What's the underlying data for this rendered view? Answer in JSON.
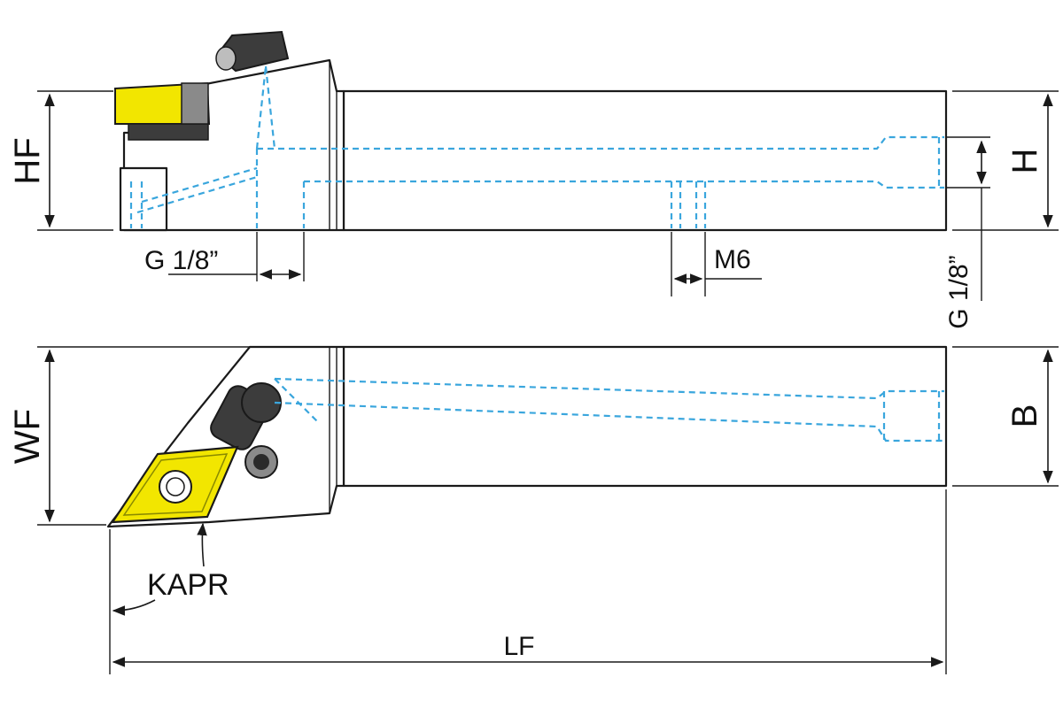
{
  "labels": {
    "hf": "HF",
    "h": "H",
    "g18_top": "G 1/8”",
    "m6": "M6",
    "g18_right": "G 1/8”",
    "wf": "WF",
    "b": "B",
    "kapr": "KAPR",
    "lf": "LF"
  },
  "colors": {
    "outline": "#1a1a1a",
    "coolant_channel": "#3aa6dd",
    "insert_yellow": "#f2e600",
    "clamp_dark": "#3c3c3c",
    "screw_gray": "#8a8a8a"
  },
  "icons": {
    "dimension_arrow": "arrowhead",
    "insert": "diamond-insert",
    "clamp": "clamp-lever"
  }
}
